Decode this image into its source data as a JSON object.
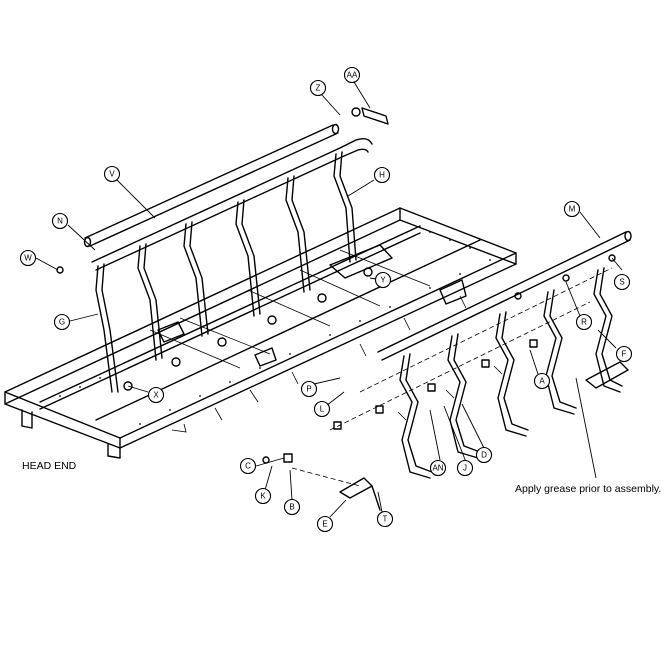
{
  "callouts": [
    "Z",
    "AA",
    "V",
    "H",
    "N",
    "W",
    "G",
    "M",
    "S",
    "Y",
    "R",
    "F",
    "X",
    "P",
    "A",
    "L",
    "D",
    "AN",
    "J",
    "C",
    "K",
    "B",
    "E",
    "T"
  ],
  "notes": {
    "head_end": "HEAD END",
    "grease": "Apply grease prior to assembly."
  },
  "colors": {
    "ink": "#000000",
    "paper": "#ffffff"
  }
}
